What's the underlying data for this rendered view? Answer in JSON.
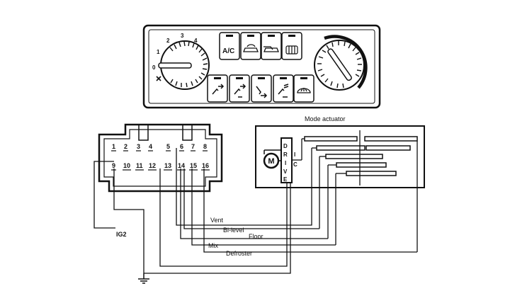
{
  "control_panel": {
    "fan_dial_numbers": [
      "0",
      "1",
      "2",
      "3",
      "4"
    ],
    "ac_button_label": "A/C",
    "top_buttons": [
      {
        "label": "A/C",
        "icon": "ac-text"
      },
      {
        "label": "",
        "icon": "recirc-car-icon"
      },
      {
        "label": "",
        "icon": "fresh-air-car-icon"
      },
      {
        "label": "",
        "icon": "rear-defrost-icon"
      }
    ],
    "mode_buttons": [
      {
        "icon": "vent-mode-icon"
      },
      {
        "icon": "bi-level-mode-icon"
      },
      {
        "icon": "floor-mode-icon"
      },
      {
        "icon": "mix-mode-icon"
      },
      {
        "icon": "defrost-mode-icon"
      }
    ]
  },
  "connector": {
    "top_row_pins": [
      "1",
      "2",
      "3",
      "4",
      "5",
      "6",
      "7",
      "8"
    ],
    "bottom_row_pins": [
      "9",
      "10",
      "11",
      "12",
      "13",
      "14",
      "15",
      "16"
    ]
  },
  "actuator": {
    "title": "Mode actuator",
    "motor_label": "M",
    "drive_ic_letters": [
      "D",
      "R",
      "I",
      "V",
      "E"
    ],
    "drive_ic_side_letters": [
      "I",
      "C"
    ]
  },
  "wires": {
    "vent": "Vent",
    "bi_level": "Bi-level",
    "floor": "Floor",
    "mix": "Mix",
    "defroster": "Defroster",
    "ig2": "IG2"
  }
}
